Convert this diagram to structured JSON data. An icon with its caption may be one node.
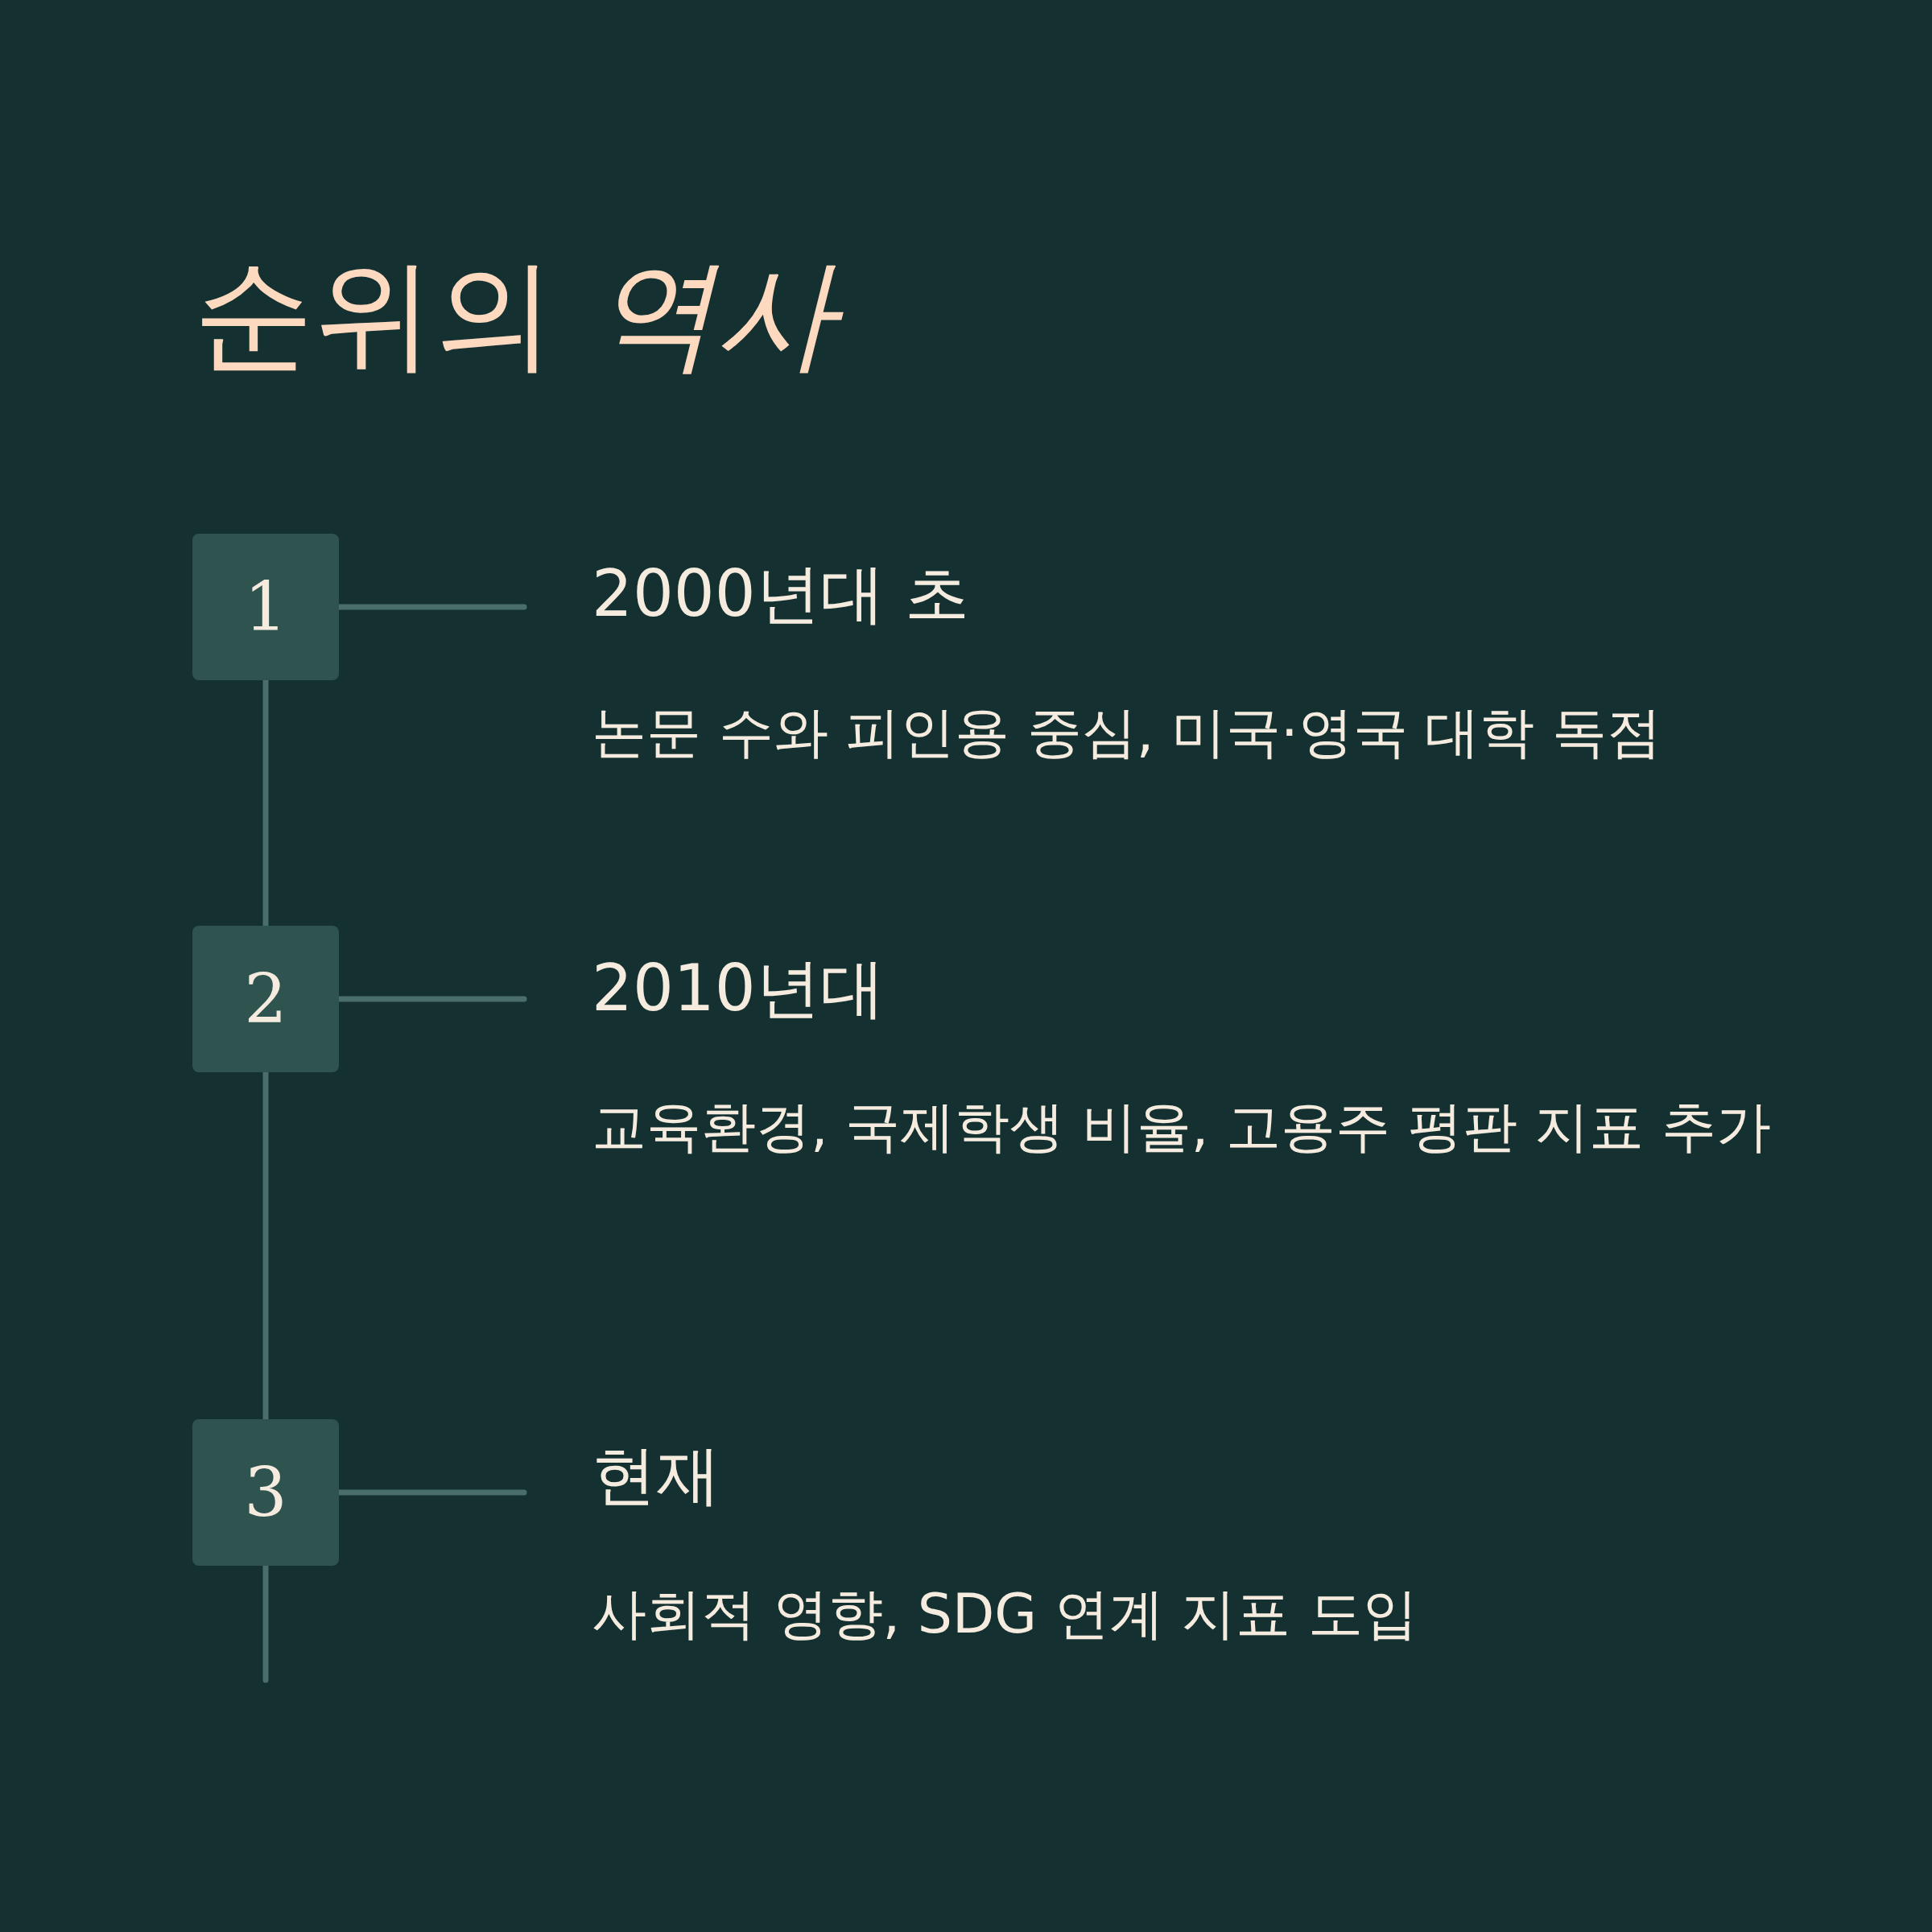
{
  "diagram": {
    "title": "순위의 *역사*",
    "nodes": [
      {
        "text": [
          "1"
        ]
      },
      {
        "text": [
          "2000년대 초",
          "논문 수와 피인용 중심, 미국·영국 대학 독점"
        ]
      },
      {
        "text": [
          "2"
        ]
      },
      {
        "text": [
          "2010년대",
          "교육환경, 국제학생 비율, 고용주 평판 지표 추가"
        ]
      },
      {
        "text": [
          "3"
        ]
      },
      {
        "text": [
          "현재",
          "사회적 영향, SDG 연계 지표 도입"
        ]
      }
    ],
    "edges": [
      {
        "from": 0,
        "to": 1,
        "arrow": "none"
      },
      {
        "from": 2,
        "to": 3,
        "arrow": "none"
      },
      {
        "from": 4,
        "to": 5,
        "arrow": "none"
      },
      {
        "from": 0,
        "to": 2,
        "arrow": "none"
      },
      {
        "from": 2,
        "to": 4,
        "arrow": "none"
      },
      {
        "from": 4,
        "to": null,
        "arrow": "none"
      }
    ]
  }
}
